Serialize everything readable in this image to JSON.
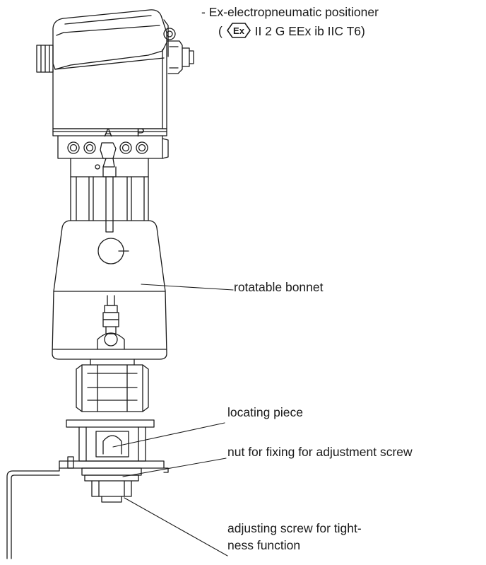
{
  "header": {
    "line1": "- Ex-electropneumatic positioner",
    "line2_open": "(",
    "ex_symbol": "Ex",
    "line2_rest": "II 2 G EEx ib IIC T6)"
  },
  "device": {
    "port_a": "A",
    "port_p": "P"
  },
  "labels": {
    "rotatable_bonnet": "rotatable bonnet",
    "locating_piece": "locating piece",
    "nut_fixing": "nut for fixing for adjustment screw",
    "adjusting_screw_line1": "adjusting screw for tight-",
    "adjusting_screw_line2": "ness function"
  },
  "colors": {
    "line": "#1a1a1a",
    "background": "#ffffff"
  }
}
